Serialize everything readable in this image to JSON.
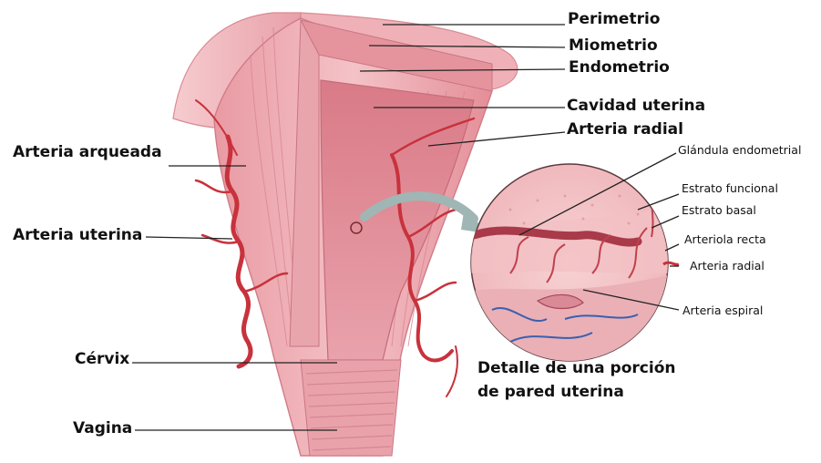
{
  "labels": {
    "perimetrio": "Perimetrio",
    "miometrio": "Miometrio",
    "endometrio": "Endometrio",
    "cavidad_uterina": "Cavidad uterina",
    "arteria_radial": "Arteria radial",
    "arteria_arqueada": "Arteria arqueada",
    "arteria_uterina": "Arteria uterina",
    "cervix": "Cérvix",
    "vagina": "Vagina",
    "glandula_endometrial": "Glándula endometrial",
    "estrato_funcional": "Estrato funcional",
    "estrato_basal": "Estrato basal",
    "arteriola_recta": "Arteriola recta",
    "arteria_radial_detalle": "Arteria radial",
    "arteria_espiral": "Arteria espiral"
  },
  "caption": {
    "line1": "Detalle de una porción",
    "line2": "de pared uterina"
  },
  "colors": {
    "tissue_light": "#f2b8bd",
    "tissue_mid": "#e48e98",
    "tissue_dark": "#cf6a78",
    "artery": "#c8323c",
    "vein": "#3a5fb0",
    "leader_line": "#222222",
    "arrow": "#9fb6b4"
  }
}
